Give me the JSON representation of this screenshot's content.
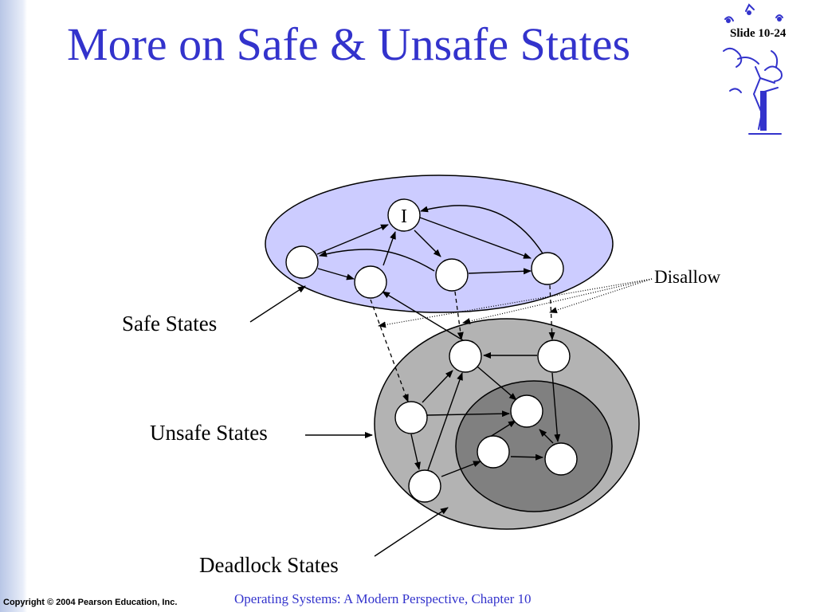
{
  "slide": {
    "title": "More on Safe & Unsafe States",
    "slide_number": "Slide 10-24",
    "footer_copyright": "Copyright © 2004 Pearson Education, Inc.",
    "footer_course": "Operating Systems: A Modern Perspective, Chapter 10"
  },
  "diagram": {
    "labels": {
      "safe": "Safe States",
      "unsafe": "Unsafe States",
      "deadlock": "Deadlock States",
      "disallow": "Disallow"
    },
    "initial_node_label": "I",
    "colors": {
      "title": "#3333cc",
      "safe_region": "#ccccff",
      "unsafe_region": "#b3b3b3",
      "deadlock_region": "#808080",
      "node_fill": "#ffffff"
    }
  }
}
